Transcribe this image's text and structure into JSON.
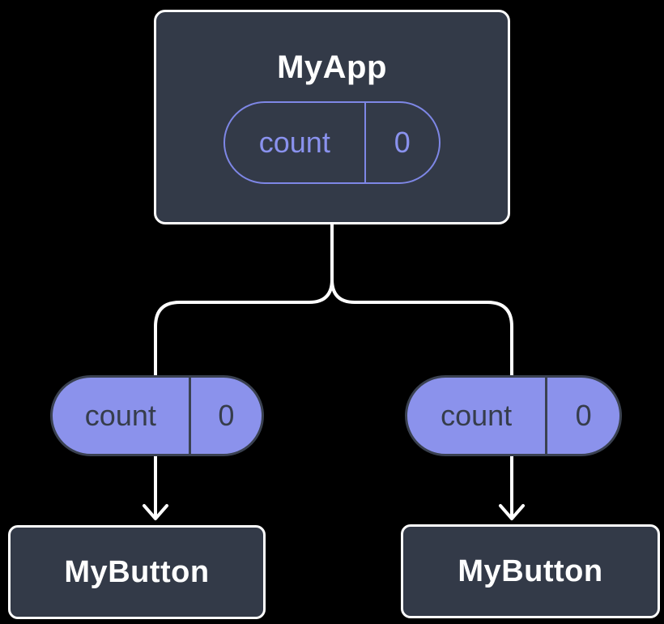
{
  "diagram": {
    "description": "Component tree showing lifted state passed down as props",
    "background_color": "#000000",
    "colors": {
      "card_fill": "#333a48",
      "card_border": "#ffffff",
      "connector_line": "#ffffff",
      "accent_purple_outline": "#7e87e6",
      "accent_purple_text": "#8a92ee",
      "prop_pill_fill": "#8b92ec",
      "prop_pill_border": "#3a4150",
      "prop_pill_text": "#363d4b"
    },
    "root": {
      "title": "MyApp",
      "state": {
        "name": "count",
        "value": "0"
      }
    },
    "props": [
      {
        "name": "count",
        "value": "0"
      },
      {
        "name": "count",
        "value": "0"
      }
    ],
    "children": [
      {
        "title": "MyButton"
      },
      {
        "title": "MyButton"
      }
    ]
  }
}
